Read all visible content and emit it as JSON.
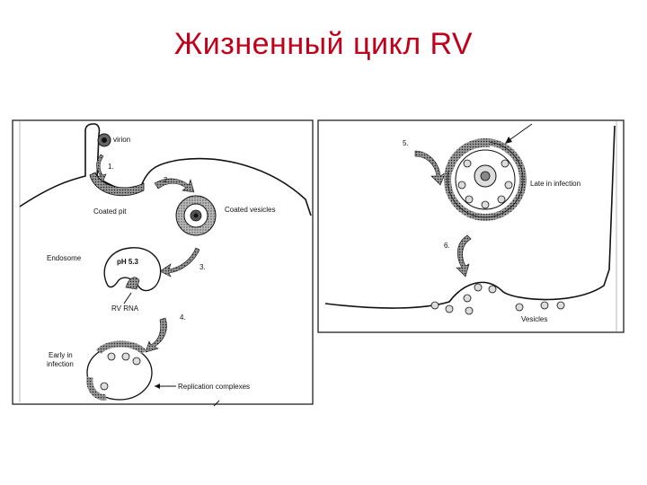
{
  "title": "Жизненный цикл RV",
  "left_panel": {
    "labels": {
      "virion": "virion",
      "coated_pit": "Coated pit",
      "coated_vesicles": "Coated vesicles",
      "endosome": "Endosome",
      "ph": "pH 5.3",
      "rv_rna": "RV RNA",
      "early_in_infection_1": "Early in",
      "early_in_infection_2": "infection",
      "replication_complexes": "Replication complexes"
    },
    "steps": [
      "1.",
      "2.",
      "3.",
      "4."
    ]
  },
  "right_panel": {
    "labels": {
      "late_in_infection": "Late in infection",
      "vesicles": "Vesicles"
    },
    "steps": [
      "5.",
      "6."
    ]
  }
}
